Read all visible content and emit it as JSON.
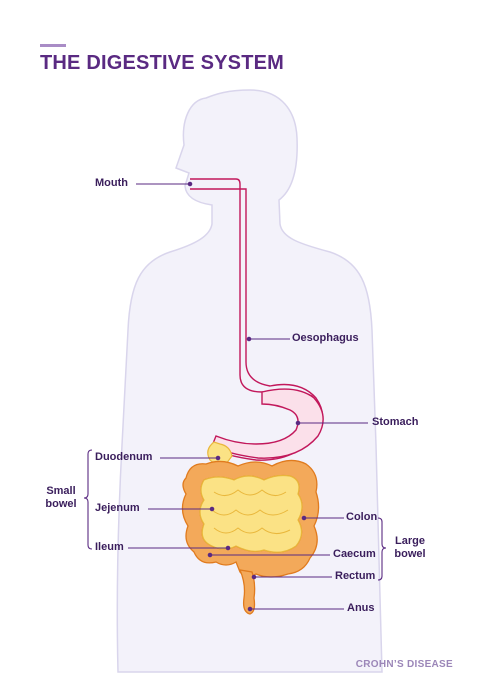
{
  "title": "THE DIGESTIVE SYSTEM",
  "labels": {
    "mouth": "Mouth",
    "oesophagus": "Oesophagus",
    "stomach": "Stomach",
    "duodenum": "Duodenum",
    "jejenum": "Jejenum",
    "ileum": "Ileum",
    "colon": "Colon",
    "caecum": "Caecum",
    "rectum": "Rectum",
    "anus": "Anus"
  },
  "groups": {
    "small_bowel": [
      "Small",
      "bowel"
    ],
    "large_bowel": [
      "Large",
      "bowel"
    ]
  },
  "footer": "CROHN’S DISEASE",
  "colors": {
    "title": "#5a2a82",
    "label_text": "#3a1e5c",
    "leader_line": "#5a2a82",
    "body_outline": "#d9d5ec",
    "body_fill": "#f3f2fa",
    "oesophagus": "#c2185b",
    "large_intestine": "#f3a95a",
    "small_intestine": "#fbe285"
  }
}
